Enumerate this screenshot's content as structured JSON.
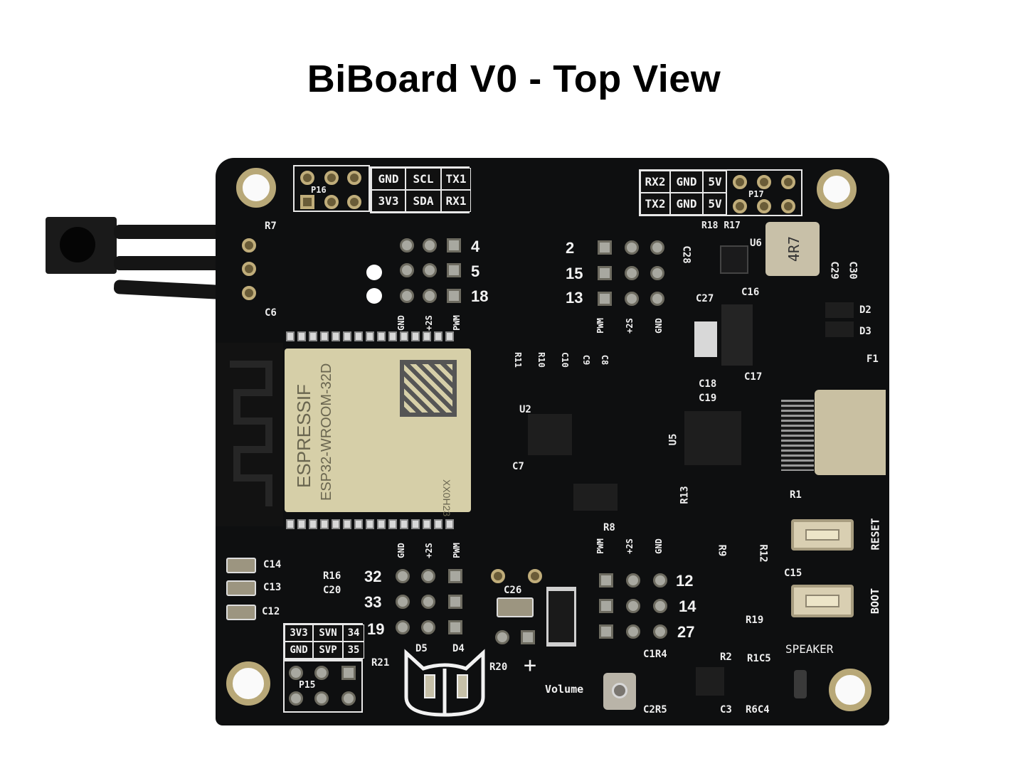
{
  "title": "BiBoard V0 - Top View",
  "board": {
    "header_p16": {
      "ref": "P16",
      "labels": [
        [
          "GND",
          "SCL",
          "TX1"
        ],
        [
          "3V3",
          "SDA",
          "RX1"
        ]
      ]
    },
    "header_p17": {
      "ref": "P17",
      "labels": [
        [
          "RX2",
          "GND",
          "5V"
        ],
        [
          "TX2",
          "GND",
          "5V"
        ]
      ]
    },
    "header_p15": {
      "ref": "P15",
      "labels": [
        [
          "3V3",
          "SVN",
          "34"
        ],
        [
          "GND",
          "SVP",
          "35"
        ]
      ]
    },
    "servo_group_top_left": {
      "pins": [
        "4",
        "5",
        "18"
      ],
      "columns": [
        "GND",
        "+2S",
        "PWM"
      ]
    },
    "servo_group_top_right": {
      "pins": [
        "2",
        "15",
        "13"
      ],
      "columns": [
        "PWM",
        "+2S",
        "GND"
      ]
    },
    "servo_group_bottom_left": {
      "pins": [
        "32",
        "33",
        "19"
      ],
      "columns": [
        "GND",
        "+2S",
        "PWM"
      ]
    },
    "servo_group_bottom_right": {
      "pins": [
        "12",
        "14",
        "27"
      ],
      "columns": [
        "PWM",
        "+2S",
        "GND"
      ]
    },
    "module": {
      "brand": "ESPRESSIF",
      "model": "ESP32-WROOM-32D",
      "code": "XX0H23"
    },
    "inductor_marking": "4R7",
    "buttons": {
      "reset": "RESET",
      "boot": "BOOT"
    },
    "labels": {
      "speaker": "SPEAKER",
      "volume": "Volume",
      "plus": "+"
    },
    "components": {
      "R7": "R7",
      "C6": "C6",
      "R18": "R18",
      "R17": "R17",
      "U6": "U6",
      "C28": "C28",
      "C27": "C27",
      "C16": "C16",
      "C29": "C29",
      "C30": "C30",
      "D2": "D2",
      "D3": "D3",
      "F1": "F1",
      "R11": "R11",
      "R10": "R10",
      "C10": "C10",
      "C9": "C9",
      "C8": "C8",
      "U2": "U2",
      "C7": "C7",
      "C18": "C18",
      "C19": "C19",
      "C17": "C17",
      "U5": "U5",
      "R13": "R13",
      "R1": "R1",
      "R9": "R9",
      "R12": "R12",
      "C15": "C15",
      "R8": "R8",
      "R19": "R19",
      "C14": "C14",
      "C13": "C13",
      "C12": "C12",
      "R16": "R16",
      "C20": "C20",
      "C26": "C26",
      "R21": "R21",
      "D5": "D5",
      "D4": "D4",
      "R20": "R20",
      "C1R4": "C1R4",
      "C2R5": "C2R5",
      "R2": "R2",
      "C3": "C3",
      "R1C5": "R1C5",
      "R6C4": "R6C4"
    }
  }
}
